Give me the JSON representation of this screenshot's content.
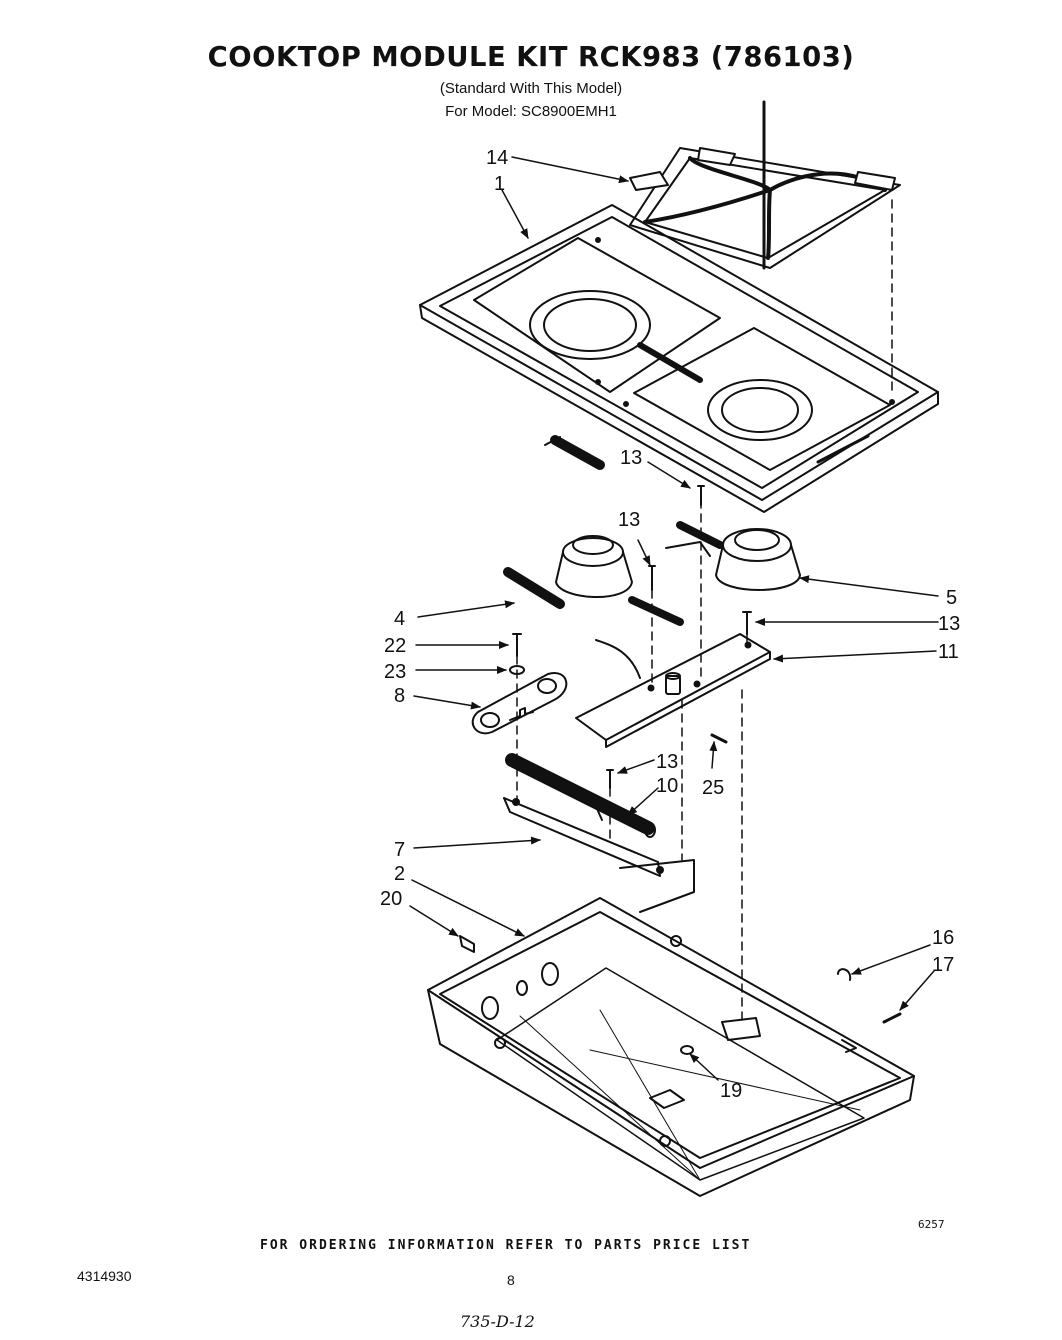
{
  "header": {
    "title": "COOKTOP MODULE KIT RCK983 (786103)",
    "subtitle": "(Standard With This Model)",
    "model_line": "For Model: SC8900EMH1"
  },
  "callouts": {
    "c14": "14",
    "c1": "1",
    "c13a": "13",
    "c13b": "13",
    "c5": "5",
    "c4": "4",
    "c13c": "13",
    "c22": "22",
    "c11": "11",
    "c23": "23",
    "c8": "8",
    "c13d": "13",
    "c10": "10",
    "c25": "25",
    "c7": "7",
    "c2": "2",
    "c20": "20",
    "c16": "16",
    "c17": "17",
    "c19": "19"
  },
  "footer": {
    "ordering_note": "FOR ORDERING INFORMATION REFER TO PARTS PRICE LIST",
    "drawing_code": "6257",
    "part_number": "4314930",
    "page_number": "8",
    "handwritten_ref": "735-D-12"
  }
}
